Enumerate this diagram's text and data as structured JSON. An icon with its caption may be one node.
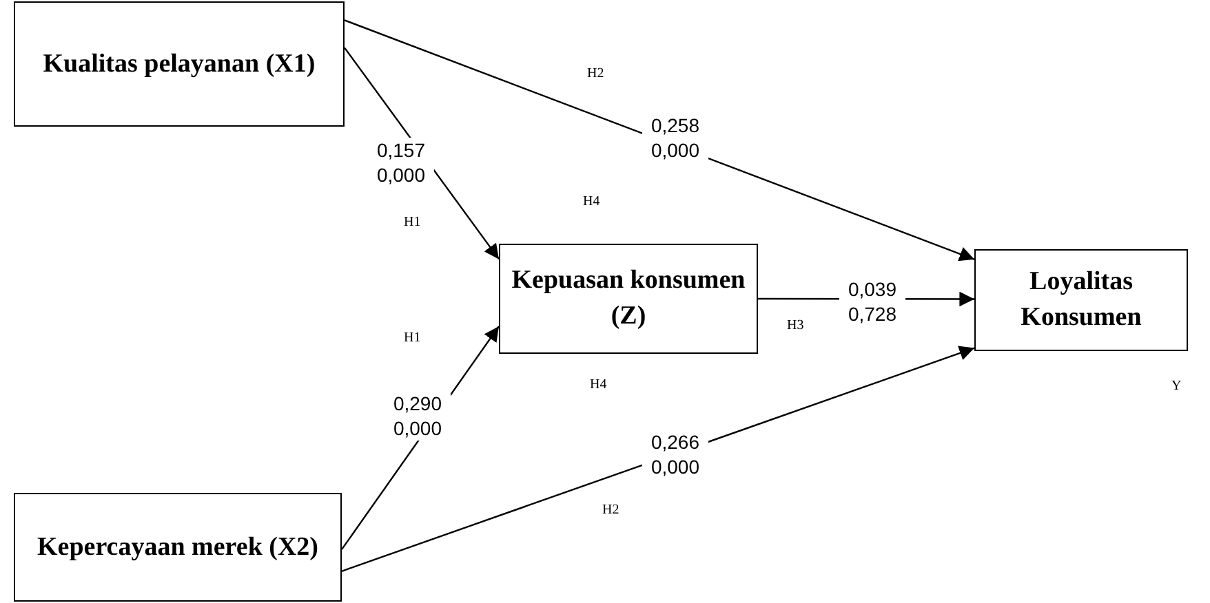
{
  "diagram": {
    "nodes": [
      {
        "text": [
          "Kualitas pelayanan (X1)"
        ]
      },
      {
        "text": [
          "Kepuasan konsumen (Z)"
        ]
      },
      {
        "text": [
          "Loyalitas Konsumen"
        ]
      },
      {
        "text": [
          "Kepercayaan merek (X2)"
        ]
      }
    ],
    "edges": [
      {
        "from": 0,
        "to": 1,
        "arrow": "to",
        "label": "0,157 0,000"
      },
      {
        "from": 0,
        "to": 2,
        "arrow": "to",
        "label": "0,258 0,000"
      },
      {
        "from": 3,
        "to": 1,
        "arrow": "to",
        "label": "0,290 0,000"
      },
      {
        "from": 3,
        "to": 2,
        "arrow": "to",
        "label": "0,266 0,000"
      },
      {
        "from": 1,
        "to": 2,
        "arrow": "to",
        "label": "0,039 0,728"
      }
    ],
    "labels": [
      "H2",
      "H4",
      "H1",
      "H3",
      "H1",
      "H4",
      "Y",
      "H2"
    ]
  }
}
